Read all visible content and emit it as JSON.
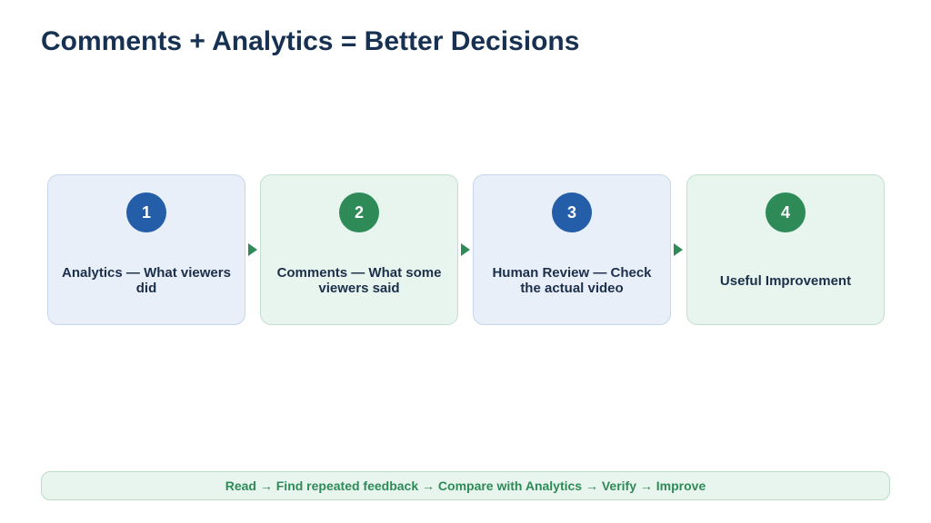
{
  "title": "Comments + Analytics = Better Decisions",
  "steps": [
    {
      "number": "1",
      "label": "Analytics — What viewers did",
      "color": "#245da8"
    },
    {
      "number": "2",
      "label": "Comments — What some viewers said",
      "color": "#2e8b57"
    },
    {
      "number": "3",
      "label": "Human Review — Check the actual video",
      "color": "#245da8"
    },
    {
      "number": "4",
      "label": "Useful Improvement",
      "color": "#2e8b57"
    }
  ],
  "footer": "Read → Find repeated feedback → Compare with Analytics → Verify → Improve",
  "colors": {
    "title": "#163152",
    "blue": "#245da8",
    "green": "#2e8b57"
  }
}
